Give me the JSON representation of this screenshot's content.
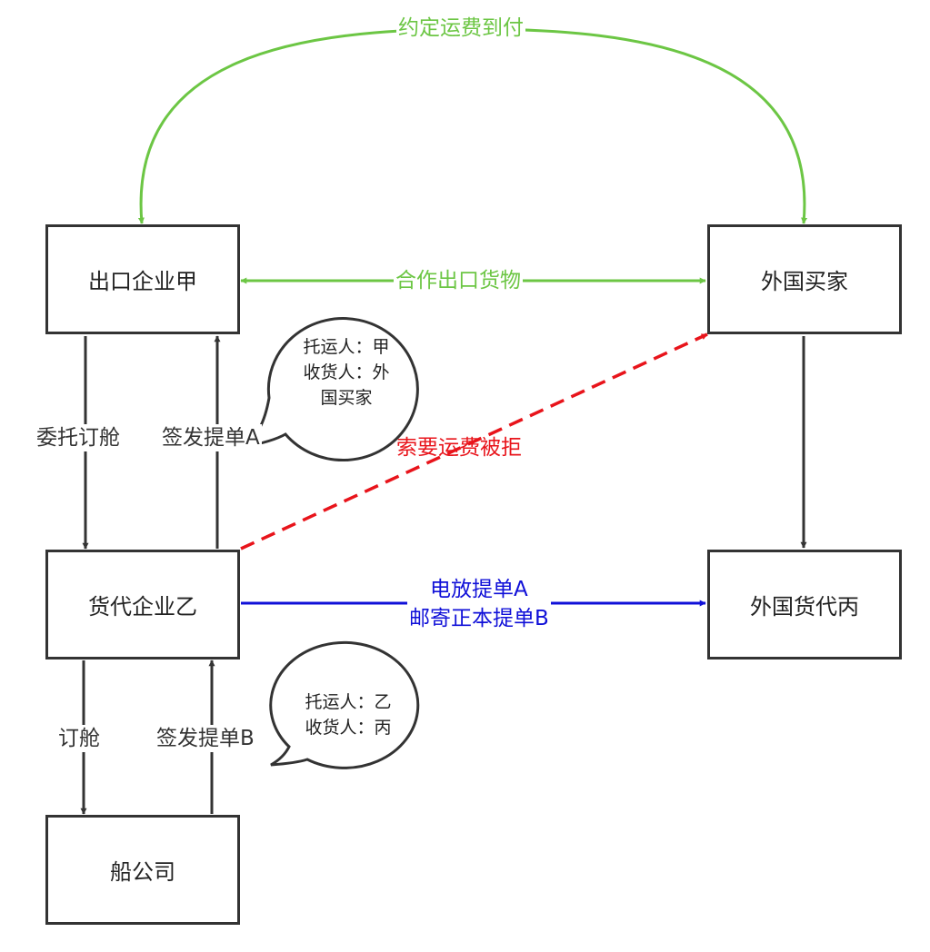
{
  "colors": {
    "box_border": "#333333",
    "arrow_dark": "#333333",
    "agreement_green": "#6cc644",
    "refused_red": "#e8141b",
    "document_blue": "#1010d8"
  },
  "nodes": {
    "exporter": "出口企业甲",
    "forwarder": "货代企业乙",
    "shipping_company": "船公司",
    "foreign_buyer": "外国买家",
    "foreign_forwarder": "外国货代丙"
  },
  "edges": {
    "freight_collect_agreement": "约定运费到付",
    "cooperate_export": "合作出口货物",
    "entrust_booking": "委托订舱",
    "issue_bl_a": "签发提单A",
    "freight_claim_refused": "索要运费被拒",
    "telex_release_line1": "电放提单A",
    "telex_release_line2": "邮寄正本提单B",
    "booking": "订舱",
    "issue_bl_b": "签发提单B"
  },
  "callouts": {
    "bl_a_parties": "托运人：甲\n收货人：外\n国买家",
    "bl_b_parties": "托运人：乙\n收货人：丙"
  }
}
